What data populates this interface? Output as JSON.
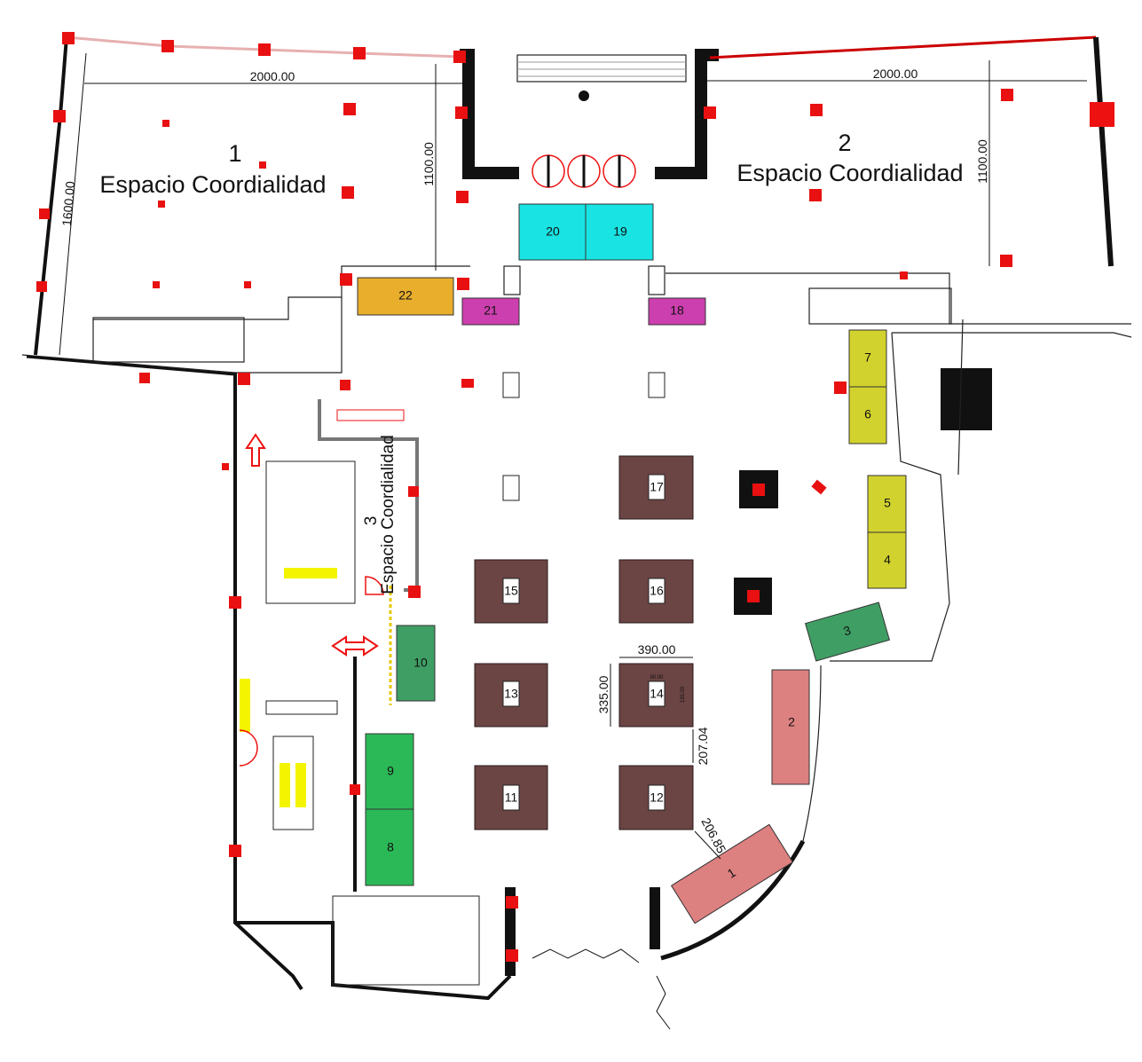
{
  "areas": [
    {
      "number": "1",
      "name": "Espacio Coordialidad"
    },
    {
      "number": "2",
      "name": "Espacio Coordialidad"
    },
    {
      "number": "3",
      "name": "Espacio Coordialidad"
    }
  ],
  "dimensions": {
    "area1_width": "2000.00",
    "area1_depth": "1100.00",
    "area1_side": "1600.00",
    "area2_width": "2000.00",
    "area2_depth": "1100.00",
    "booth_width": "390.00",
    "booth_depth": "335.00",
    "booth_gap": "207.04",
    "diagonal_gap": "206.85",
    "label_width": "90.00",
    "label_height": "135.00"
  },
  "booths": {
    "b1": "1",
    "b2": "2",
    "b3": "3",
    "b4": "4",
    "b5": "5",
    "b6": "6",
    "b7": "7",
    "b8": "8",
    "b9": "9",
    "b10": "10",
    "b11": "11",
    "b12": "12",
    "b13": "13",
    "b14": "14",
    "b15": "15",
    "b16": "16",
    "b17": "17",
    "b18": "18",
    "b19": "19",
    "b20": "20",
    "b21": "21",
    "b22": "22"
  },
  "colors": {
    "cyan": "#19e3e3",
    "orange": "#e8ae2c",
    "magenta": "#cc3fae",
    "yellow": "#d2d22e",
    "green_dark": "#3f9e63",
    "green": "#2bb957",
    "pink": "#dd8080",
    "brown": "#6b4444",
    "marker": "#e81010"
  }
}
